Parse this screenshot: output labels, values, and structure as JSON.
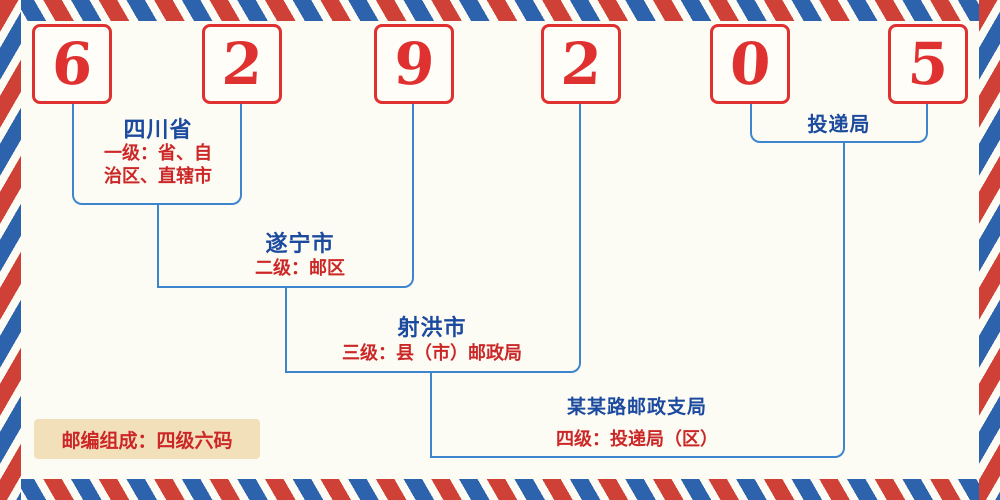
{
  "postal_code": {
    "digits": [
      "6",
      "2",
      "9",
      "2",
      "0",
      "5"
    ]
  },
  "labels": {
    "level1": {
      "name": "四川省",
      "desc1": "一级：省、自",
      "desc2": "治区、直辖市"
    },
    "level2": {
      "name": "遂宁市",
      "desc": "二级：邮区"
    },
    "level3": {
      "name": "射洪市",
      "desc": "三级：县（市）邮政局"
    },
    "level4": {
      "name": "某某路邮政支局",
      "desc": "四级：投递局（区）"
    },
    "delivery": {
      "name": "投递局"
    }
  },
  "footer": {
    "composition": "邮编组成：四级六码"
  },
  "colors": {
    "digit_red": "#e03131",
    "line_blue": "#3d85cc",
    "label_blue": "#1b4a9e",
    "text_red": "#cc2727",
    "stripe_red": "#cf4136",
    "stripe_blue": "#2d63ad",
    "beige": "#f2e0bb",
    "background": "#fdfcf4"
  }
}
